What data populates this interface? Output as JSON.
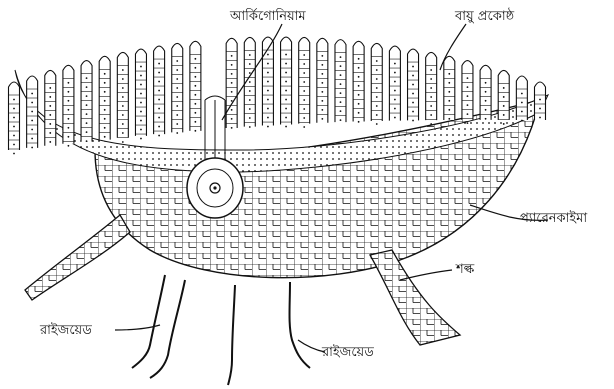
{
  "labels": {
    "archegonium": "আর্কিগোনিয়াম",
    "air_chamber": "বায়ু প্রকোষ্ঠ",
    "parenchyma": "প্যারেনকাইমা",
    "scale": "শল্ক",
    "rhizoid_left": "রাইজয়েড",
    "rhizoid_right": "রাইজয়েড"
  },
  "colors": {
    "ink": "#111111",
    "background": "#ffffff"
  }
}
